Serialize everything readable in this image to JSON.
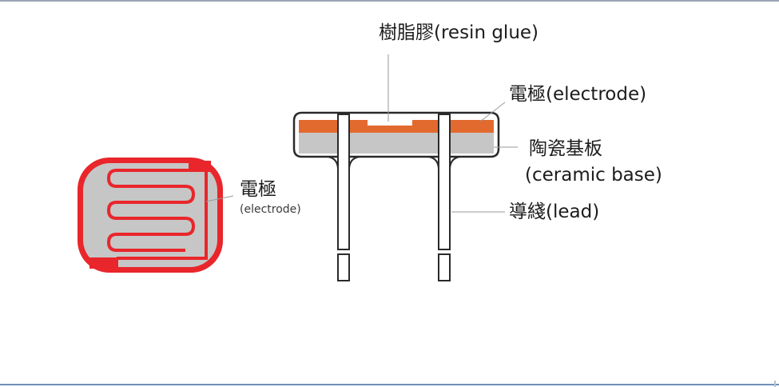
{
  "labels": {
    "resin_glue": "樹脂膠(resin glue)",
    "electrode_side": "電極(electrode)",
    "ceramic_base_cn": "陶瓷基板",
    "ceramic_base_en": "(ceramic base)",
    "lead": "導綫(lead)",
    "electrode_top_cn": "電極",
    "electrode_top_en": "(electrode)"
  },
  "colors": {
    "electrode_red": "#e8262b",
    "resin_orange": "#e36a2f",
    "ceramic_gray": "#c6c6c6",
    "outline": "#2a2a2a"
  }
}
